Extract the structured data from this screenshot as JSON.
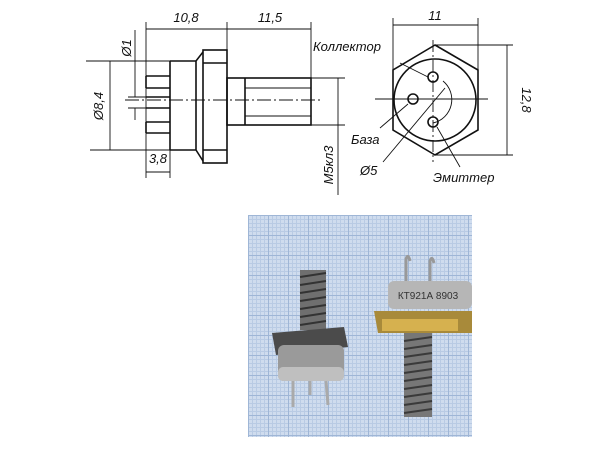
{
  "drawing": {
    "dimensions": {
      "length_body": "10,8",
      "length_thread": "11,5",
      "pin_diameter": "Ø1",
      "body_diameter": "Ø8,4",
      "pin_length": "3,8",
      "thread": "М5кл3",
      "hex_width": "11",
      "hex_height": "12,8",
      "pin_circle": "Ø5"
    },
    "pins": {
      "collector": "Коллектор",
      "base": "База",
      "emitter": "Эмиттер"
    }
  },
  "photo": {
    "marking": "КТ921А 8903"
  }
}
